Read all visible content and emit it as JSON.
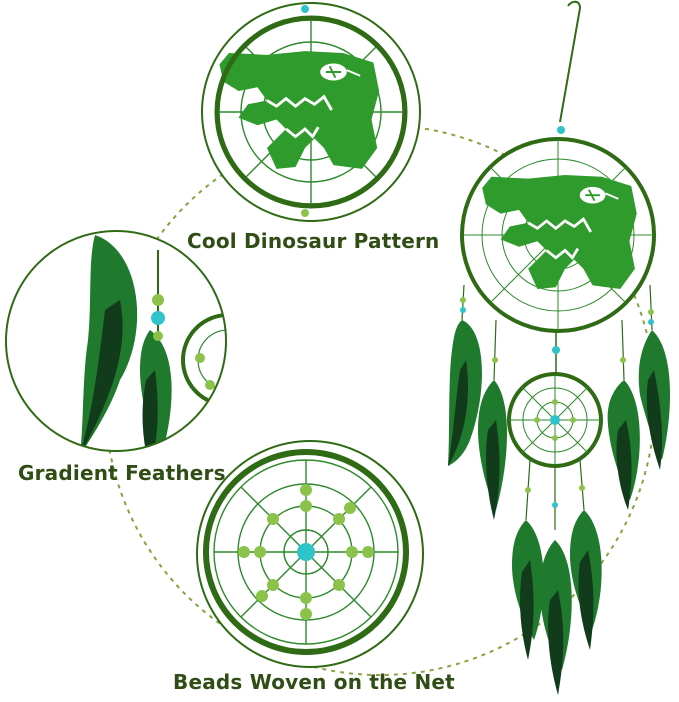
{
  "callouts": [
    {
      "label": "Cool Dinosaur Pattern"
    },
    {
      "label": "Gradient Feathers"
    },
    {
      "label": "Beads Woven on the Net"
    }
  ],
  "colors": {
    "background": "#ffffff",
    "label_text": "#2f4d14",
    "connector": "#7a9a2a",
    "ring_outline": "#2e6b14",
    "net_green": "#2c8a2a",
    "felt_green": "#2f9b2c",
    "feather_dark": "#123b1c",
    "feather_green": "#1f7a2e",
    "bead_green": "#8bc34a",
    "bead_blue": "#2ec4c9"
  },
  "product": {
    "subject": "dinosaur-dreamcatcher",
    "icons": [
      "dinosaur-head-icon",
      "sunglasses-icon",
      "feather-icon",
      "bead-icon",
      "web-net-icon"
    ]
  }
}
